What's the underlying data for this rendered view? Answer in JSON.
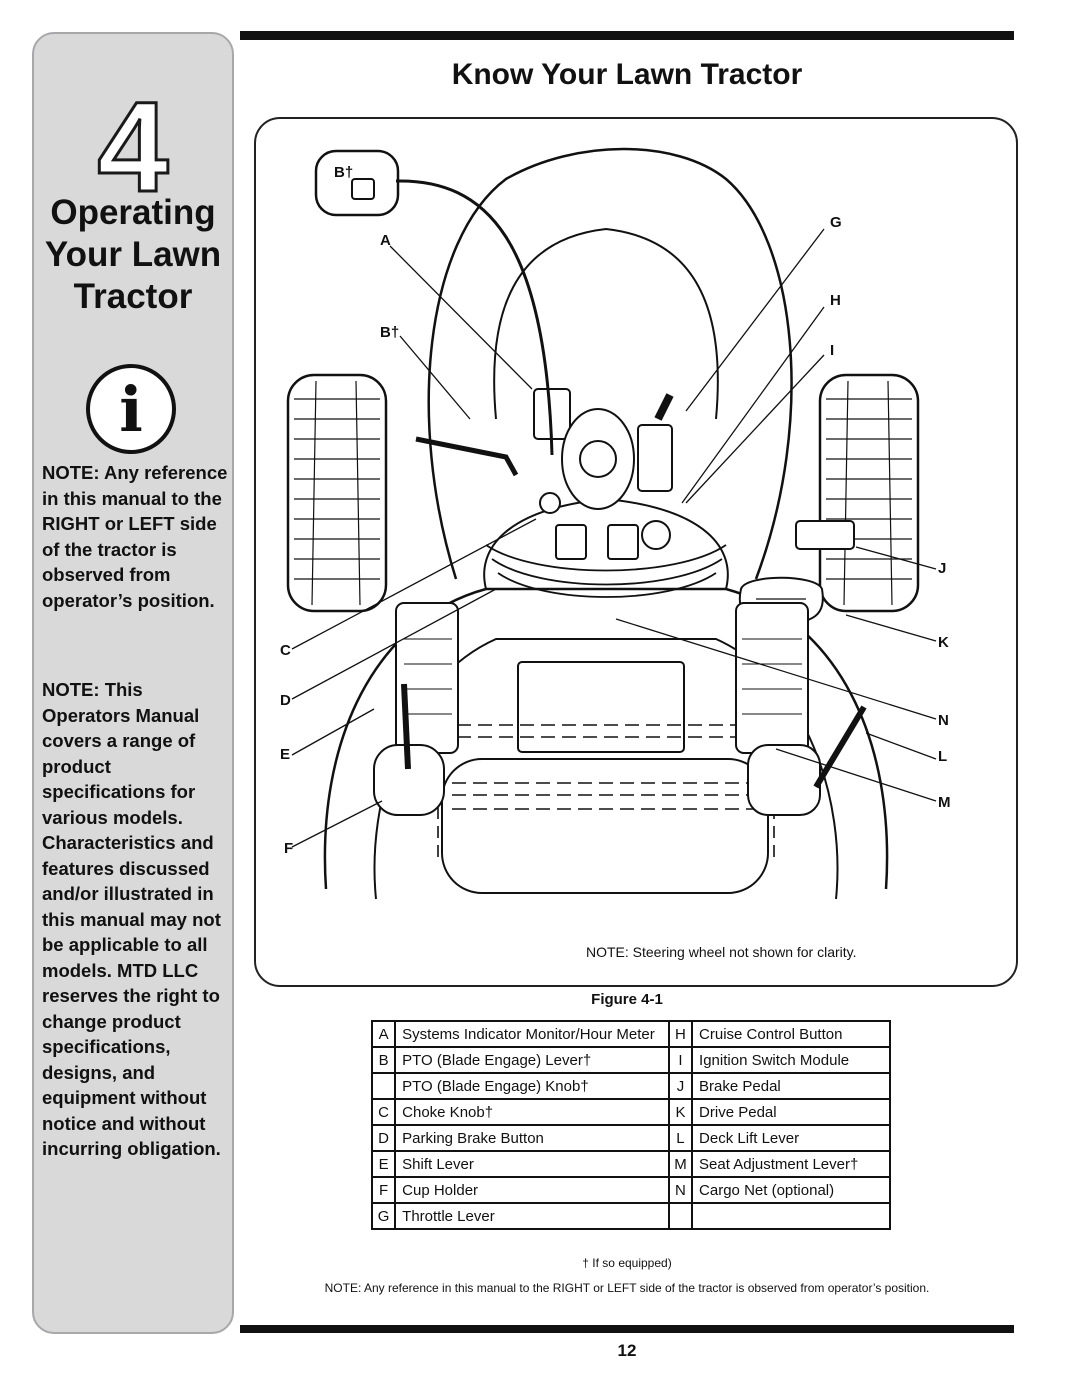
{
  "chapter": {
    "number": "4",
    "title_lines": [
      "Operating",
      "Your Lawn",
      "Tractor"
    ],
    "info_icon": "info-icon"
  },
  "sidebar_notes": [
    "NOTE: Any reference in this manual to the RIGHT or LEFT side of the tractor is observed from operator’s position.",
    "NOTE: This Operators Manual covers a range of product specifications for various models. Characteristics and features discussed and/or illustrated in this manual may not be applicable to all models. MTD LLC reserves the right to change product specifications, designs, and equipment without notice and without incurring obligation."
  ],
  "heading": "Know Your Lawn Tractor",
  "figure": {
    "callouts": {
      "a": "A",
      "b_inset": "B†",
      "b": "B†",
      "c": "C",
      "d": "D",
      "e": "E",
      "f": "F",
      "g": "G",
      "h": "H",
      "i": "I",
      "j": "J",
      "k": "K",
      "n": "N",
      "l": "L",
      "m": "M"
    },
    "note": "NOTE: Steering wheel not shown for clarity.",
    "caption": "Figure 4-1"
  },
  "legend": [
    {
      "left_key": "A",
      "left_text": "Systems Indicator Monitor/Hour Meter",
      "right_key": "H",
      "right_text": "Cruise Control Button"
    },
    {
      "left_key": "B",
      "left_text": "PTO (Blade Engage) Lever†",
      "right_key": "I",
      "right_text": "Ignition Switch Module"
    },
    {
      "left_key": "",
      "left_text": "PTO (Blade Engage) Knob†",
      "right_key": "J",
      "right_text": "Brake Pedal"
    },
    {
      "left_key": "C",
      "left_text": "Choke Knob†",
      "right_key": "K",
      "right_text": "Drive Pedal"
    },
    {
      "left_key": "D",
      "left_text": "Parking Brake Button",
      "right_key": "L",
      "right_text": "Deck Lift Lever"
    },
    {
      "left_key": "E",
      "left_text": "Shift Lever",
      "right_key": "M",
      "right_text": "Seat Adjustment Lever†"
    },
    {
      "left_key": "F",
      "left_text": "Cup Holder",
      "right_key": "N",
      "right_text": "Cargo Net (optional)"
    },
    {
      "left_key": "G",
      "left_text": "Throttle Lever",
      "right_key": "",
      "right_text": ""
    }
  ],
  "footnote": "† If so equipped)",
  "bottom_note": "NOTE: Any reference in this manual to the RIGHT or LEFT side of the tractor is observed from operator’s position.",
  "page_number": "12"
}
